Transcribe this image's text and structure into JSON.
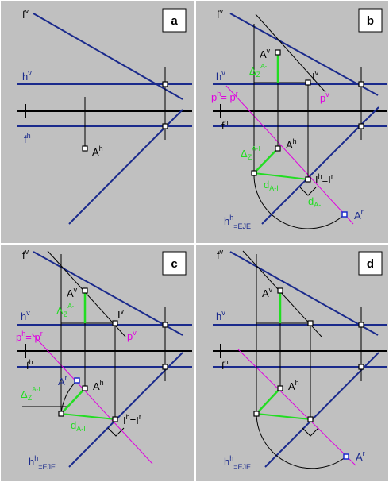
{
  "panels": [
    {
      "letter": "a",
      "labels": {
        "fv": "f",
        "fv_sup": "v",
        "hv": "h",
        "hv_sup": "v",
        "fh": "f",
        "fh_sup": "h",
        "Ah": "A",
        "Ah_sup": "h"
      }
    },
    {
      "letter": "b",
      "labels": {
        "fv": "f",
        "fv_sup": "v",
        "hv": "h",
        "hv_sup": "v",
        "fh": "f",
        "fh_sup": "h",
        "Av": "A",
        "Av_sup": "v",
        "Iv": "I",
        "Iv_sup": "v",
        "pv": "p",
        "pv_sup": "v",
        "ph_pr": "p",
        "ph_pr_sup": "h",
        "ph_pr_mid": "= p",
        "ph_pr_sup2": "r",
        "dz1": "Δ",
        "dz1_sub": "Z",
        "dz1_sup": "A-I",
        "dz2": "Δ",
        "dz2_sub": "Z",
        "dz2_sup": "A-I",
        "Ah": "A",
        "Ah_sup": "h",
        "Ih_Ir": "I",
        "Ih_Ir_sup": "h",
        "Ih_Ir_mid": "=I",
        "Ih_Ir_sup2": "r",
        "dAI1": "d",
        "dAI1_sub": "A-I",
        "dAI2": "d",
        "dAI2_sub": "A-I",
        "hh_eje": "h",
        "hh_eje_sup": "h",
        "hh_eje_sub": "=EJE",
        "Ar": "A",
        "Ar_sup": "r"
      }
    },
    {
      "letter": "c",
      "labels": {
        "fv": "f",
        "fv_sup": "v",
        "hv": "h",
        "hv_sup": "v",
        "fh": "f",
        "fh_sup": "h",
        "Av": "A",
        "Av_sup": "v",
        "Iv": "I",
        "Iv_sup": "v",
        "pv": "p",
        "pv_sup": "v",
        "ph_pr": "p",
        "ph_pr_sup": "h",
        "ph_pr_mid": "= p",
        "ph_pr_sup2": "r",
        "dz1": "Δ",
        "dz1_sub": "Z",
        "dz1_sup": "A-I",
        "dz2": "Δ",
        "dz2_sub": "Z",
        "dz2_sup": "A-I",
        "Ar": "A",
        "Ar_sup": "r",
        "Ah": "A",
        "Ah_sup": "h",
        "Ih_Ir": "I",
        "Ih_Ir_sup": "h",
        "Ih_Ir_mid": "=I",
        "Ih_Ir_sup2": "r",
        "dAI": "d",
        "dAI_sub": "A-I",
        "hh_eje": "h",
        "hh_eje_sup": "h",
        "hh_eje_sub": "=EJE"
      }
    },
    {
      "letter": "d",
      "labels": {
        "fv": "f",
        "fv_sup": "v",
        "hv": "h",
        "hv_sup": "v",
        "fh": "f",
        "fh_sup": "h",
        "Av": "A",
        "Av_sup": "v",
        "Ah": "A",
        "Ah_sup": "h",
        "hh_eje": "h",
        "hh_eje_sup": "h",
        "hh_eje_sub": "=EJE",
        "Ar": "A",
        "Ar_sup": "r"
      }
    }
  ],
  "colors": {
    "background": "#c0c0c0",
    "navy": "#1a2a8c",
    "magenta": "#e000e0",
    "green": "#22dd22",
    "black": "#000000",
    "blue": "#1a2acc",
    "box_border": "#000000"
  }
}
